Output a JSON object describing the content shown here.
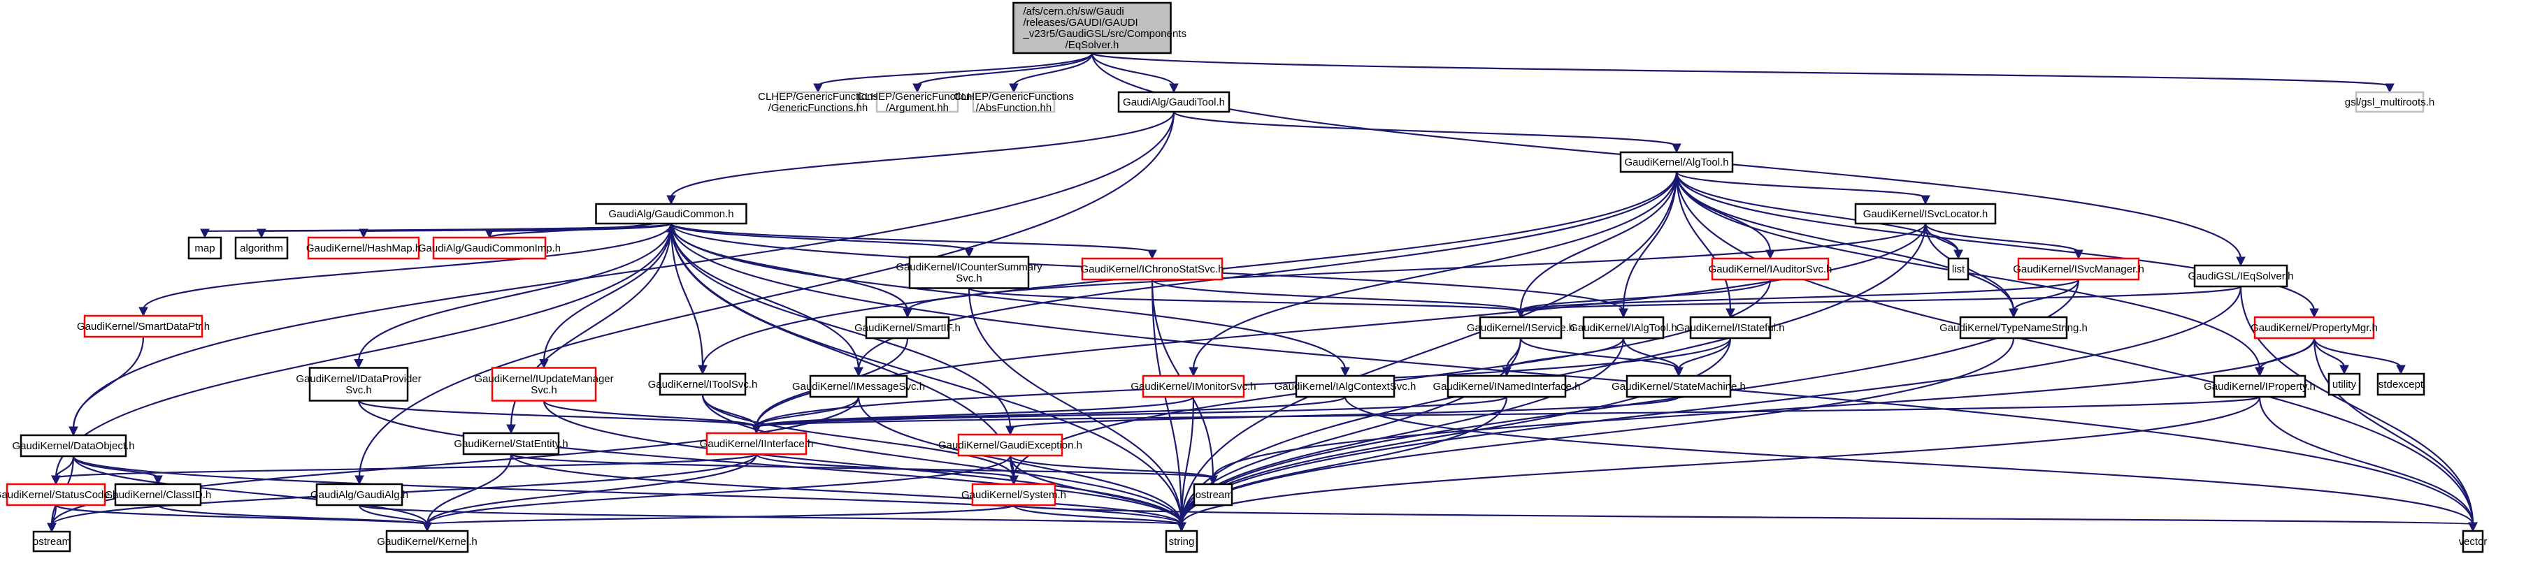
{
  "title": "Include dependency graph for EqSolver.h",
  "colors": {
    "root_fill": "#bfbfbf",
    "normal_border": "#000000",
    "truncated_border": "#ff0000",
    "external_border": "#bfbfbf",
    "edge": "#191970"
  },
  "nodes": [
    {
      "id": "root",
      "lines": [
        "/afs/cern.ch/sw/Gaudi",
        "/releases/GAUDI/GAUDI",
        "_v23r5/GaudiGSL/src/Components",
        "/EqSolver.h"
      ],
      "kind": "root"
    },
    {
      "id": "gf",
      "lines": [
        "CLHEP/GenericFunctions",
        "/GenericFunctions.hh"
      ],
      "kind": "external"
    },
    {
      "id": "arg",
      "lines": [
        "CLHEP/GenericFunctions",
        "/Argument.hh"
      ],
      "kind": "external"
    },
    {
      "id": "absf",
      "lines": [
        "CLHEP/GenericFunctions",
        "/AbsFunction.hh"
      ],
      "kind": "external"
    },
    {
      "id": "gtool",
      "lines": [
        "GaudiAlg/GaudiTool.h"
      ],
      "kind": "normal"
    },
    {
      "id": "gslmr",
      "lines": [
        "gsl/gsl_multiroots.h"
      ],
      "kind": "external"
    },
    {
      "id": "algtool",
      "lines": [
        "GaudiKernel/AlgTool.h"
      ],
      "kind": "normal"
    },
    {
      "id": "gcommon",
      "lines": [
        "GaudiAlg/GaudiCommon.h"
      ],
      "kind": "normal"
    },
    {
      "id": "isvcloc",
      "lines": [
        "GaudiKernel/ISvcLocator.h"
      ],
      "kind": "normal"
    },
    {
      "id": "map",
      "lines": [
        "map"
      ],
      "kind": "normal"
    },
    {
      "id": "algorithm",
      "lines": [
        "algorithm"
      ],
      "kind": "normal"
    },
    {
      "id": "hashmap",
      "lines": [
        "GaudiKernel/HashMap.h"
      ],
      "kind": "truncated"
    },
    {
      "id": "gcimp",
      "lines": [
        "GaudiAlg/GaudiCommonImp.h"
      ],
      "kind": "truncated"
    },
    {
      "id": "icsum",
      "lines": [
        "GaudiKernel/ICounterSummary",
        "Svc.h"
      ],
      "kind": "normal"
    },
    {
      "id": "ichrono",
      "lines": [
        "GaudiKernel/IChronoStatSvc.h"
      ],
      "kind": "truncated"
    },
    {
      "id": "iauditor",
      "lines": [
        "GaudiKernel/IAuditorSvc.h"
      ],
      "kind": "truncated"
    },
    {
      "id": "list",
      "lines": [
        "list"
      ],
      "kind": "normal"
    },
    {
      "id": "isvcmgr",
      "lines": [
        "GaudiKernel/ISvcManager.h"
      ],
      "kind": "truncated"
    },
    {
      "id": "ieqsolver",
      "lines": [
        "GaudiGSL/IEqSolver.h"
      ],
      "kind": "normal"
    },
    {
      "id": "smartdp",
      "lines": [
        "GaudiKernel/SmartDataPtr.h"
      ],
      "kind": "truncated"
    },
    {
      "id": "smartif",
      "lines": [
        "GaudiKernel/SmartIF.h"
      ],
      "kind": "normal"
    },
    {
      "id": "iservice",
      "lines": [
        "GaudiKernel/IService.h"
      ],
      "kind": "normal"
    },
    {
      "id": "ialgtool",
      "lines": [
        "GaudiKernel/IAlgTool.h"
      ],
      "kind": "normal"
    },
    {
      "id": "istateful",
      "lines": [
        "GaudiKernel/IStateful.h"
      ],
      "kind": "normal"
    },
    {
      "id": "typename",
      "lines": [
        "GaudiKernel/TypeNameString.h"
      ],
      "kind": "normal"
    },
    {
      "id": "propmgr",
      "lines": [
        "GaudiKernel/PropertyMgr.h"
      ],
      "kind": "truncated"
    },
    {
      "id": "idataprov",
      "lines": [
        "GaudiKernel/IDataProvider",
        "Svc.h"
      ],
      "kind": "normal"
    },
    {
      "id": "iupdmgr",
      "lines": [
        "GaudiKernel/IUpdateManager",
        "Svc.h"
      ],
      "kind": "truncated"
    },
    {
      "id": "itoolsvc",
      "lines": [
        "GaudiKernel/IToolSvc.h"
      ],
      "kind": "normal"
    },
    {
      "id": "imsgsvc",
      "lines": [
        "GaudiKernel/IMessageSvc.h"
      ],
      "kind": "normal"
    },
    {
      "id": "imonitor",
      "lines": [
        "GaudiKernel/IMonitorSvc.h"
      ],
      "kind": "truncated"
    },
    {
      "id": "ialgctx",
      "lines": [
        "GaudiKernel/IAlgContextSvc.h"
      ],
      "kind": "normal"
    },
    {
      "id": "inamed",
      "lines": [
        "GaudiKernel/INamedInterface.h"
      ],
      "kind": "normal"
    },
    {
      "id": "statemach",
      "lines": [
        "GaudiKernel/StateMachine.h"
      ],
      "kind": "normal"
    },
    {
      "id": "utility",
      "lines": [
        "utility"
      ],
      "kind": "normal"
    },
    {
      "id": "stdexcept",
      "lines": [
        "stdexcept"
      ],
      "kind": "normal"
    },
    {
      "id": "iproperty",
      "lines": [
        "GaudiKernel/IProperty.h"
      ],
      "kind": "normal"
    },
    {
      "id": "dataobj",
      "lines": [
        "GaudiKernel/DataObject.h"
      ],
      "kind": "normal"
    },
    {
      "id": "statentity",
      "lines": [
        "GaudiKernel/StatEntity.h"
      ],
      "kind": "normal"
    },
    {
      "id": "iinterface",
      "lines": [
        "GaudiKernel/IInterface.h"
      ],
      "kind": "truncated"
    },
    {
      "id": "gexcept",
      "lines": [
        "GaudiKernel/GaudiException.h"
      ],
      "kind": "truncated"
    },
    {
      "id": "statuscode",
      "lines": [
        "GaudiKernel/StatusCode.h"
      ],
      "kind": "truncated"
    },
    {
      "id": "classid",
      "lines": [
        "GaudiKernel/ClassID.h"
      ],
      "kind": "normal"
    },
    {
      "id": "gaudialg",
      "lines": [
        "GaudiAlg/GaudiAlg.h"
      ],
      "kind": "normal"
    },
    {
      "id": "system",
      "lines": [
        "GaudiKernel/System.h"
      ],
      "kind": "truncated"
    },
    {
      "id": "iostream",
      "lines": [
        "iostream"
      ],
      "kind": "normal"
    },
    {
      "id": "ostream",
      "lines": [
        "ostream"
      ],
      "kind": "normal"
    },
    {
      "id": "kernel",
      "lines": [
        "GaudiKernel/Kernel.h"
      ],
      "kind": "normal"
    },
    {
      "id": "string",
      "lines": [
        "string"
      ],
      "kind": "normal"
    },
    {
      "id": "vector",
      "lines": [
        "vector"
      ],
      "kind": "normal"
    }
  ],
  "edges": [
    [
      "root",
      "gf"
    ],
    [
      "root",
      "arg"
    ],
    [
      "root",
      "absf"
    ],
    [
      "root",
      "gtool"
    ],
    [
      "root",
      "gslmr"
    ],
    [
      "root",
      "ieqsolver"
    ],
    [
      "gtool",
      "gcommon"
    ],
    [
      "gtool",
      "algtool"
    ],
    [
      "gtool",
      "dataobj"
    ],
    [
      "gtool",
      "gaudialg"
    ],
    [
      "algtool",
      "isvcloc"
    ],
    [
      "algtool",
      "iservice"
    ],
    [
      "algtool",
      "ialgtool"
    ],
    [
      "algtool",
      "iauditor"
    ],
    [
      "algtool",
      "list"
    ],
    [
      "algtool",
      "istateful"
    ],
    [
      "algtool",
      "iproperty"
    ],
    [
      "algtool",
      "propmgr"
    ],
    [
      "algtool",
      "itoolsvc"
    ],
    [
      "algtool",
      "imsgsvc"
    ],
    [
      "algtool",
      "imonitor"
    ],
    [
      "algtool",
      "vector"
    ],
    [
      "algtool",
      "string"
    ],
    [
      "algtool",
      "typename"
    ],
    [
      "gcommon",
      "map"
    ],
    [
      "gcommon",
      "algorithm"
    ],
    [
      "gcommon",
      "hashmap"
    ],
    [
      "gcommon",
      "gcimp"
    ],
    [
      "gcommon",
      "icsum"
    ],
    [
      "gcommon",
      "ichrono"
    ],
    [
      "gcommon",
      "smartdp"
    ],
    [
      "gcommon",
      "idataprov"
    ],
    [
      "gcommon",
      "iupdmgr"
    ],
    [
      "gcommon",
      "itoolsvc"
    ],
    [
      "gcommon",
      "imsgsvc"
    ],
    [
      "gcommon",
      "ialgctx"
    ],
    [
      "gcommon",
      "gexcept"
    ],
    [
      "gcommon",
      "statentity"
    ],
    [
      "gcommon",
      "statuscode"
    ],
    [
      "gcommon",
      "string"
    ],
    [
      "gcommon",
      "vector"
    ],
    [
      "gcommon",
      "ialgtool"
    ],
    [
      "gcommon",
      "system"
    ],
    [
      "gcommon",
      "smartif"
    ],
    [
      "gcimp",
      "gcommon"
    ],
    [
      "isvcloc",
      "list"
    ],
    [
      "isvcloc",
      "isvcmgr"
    ],
    [
      "isvcloc",
      "iinterface"
    ],
    [
      "isvcloc",
      "smartif"
    ],
    [
      "isvcloc",
      "typename"
    ],
    [
      "isvcloc",
      "string"
    ],
    [
      "isvcmgr",
      "iservice"
    ],
    [
      "isvcmgr",
      "typename"
    ],
    [
      "isvcmgr",
      "string"
    ],
    [
      "iauditor",
      "iservice"
    ],
    [
      "iauditor",
      "system"
    ],
    [
      "ieqsolver",
      "iservice"
    ],
    [
      "ieqsolver",
      "vector"
    ],
    [
      "ieqsolver",
      "string"
    ],
    [
      "icsum",
      "iservice"
    ],
    [
      "icsum",
      "string"
    ],
    [
      "ichrono",
      "iservice"
    ],
    [
      "ichrono",
      "string"
    ],
    [
      "ichrono",
      "iostream"
    ],
    [
      "smartdp",
      "dataobj"
    ],
    [
      "smartif",
      "iinterface"
    ],
    [
      "iservice",
      "inamed"
    ],
    [
      "iservice",
      "statemach"
    ],
    [
      "iservice",
      "string"
    ],
    [
      "ialgtool",
      "inamed"
    ],
    [
      "ialgtool",
      "statemach"
    ],
    [
      "ialgtool",
      "string"
    ],
    [
      "istateful",
      "statemach"
    ],
    [
      "istateful",
      "iinterface"
    ],
    [
      "istateful",
      "string"
    ],
    [
      "typename",
      "string"
    ],
    [
      "propmgr",
      "iproperty"
    ],
    [
      "propmgr",
      "utility"
    ],
    [
      "propmgr",
      "stdexcept"
    ],
    [
      "propmgr",
      "vector"
    ],
    [
      "propmgr",
      "iostream"
    ],
    [
      "iproperty",
      "iinterface"
    ],
    [
      "iproperty",
      "string"
    ],
    [
      "iproperty",
      "vector"
    ],
    [
      "idataprov",
      "iinterface"
    ],
    [
      "idataprov",
      "string"
    ],
    [
      "iupdmgr",
      "iinterface"
    ],
    [
      "iupdmgr",
      "string"
    ],
    [
      "itoolsvc",
      "iinterface"
    ],
    [
      "itoolsvc",
      "string"
    ],
    [
      "itoolsvc",
      "system"
    ],
    [
      "imsgsvc",
      "iinterface"
    ],
    [
      "imsgsvc",
      "string"
    ],
    [
      "imsgsvc",
      "ostream"
    ],
    [
      "imonitor",
      "iinterface"
    ],
    [
      "imonitor",
      "string"
    ],
    [
      "ialgctx",
      "iinterface"
    ],
    [
      "ialgctx",
      "vector"
    ],
    [
      "inamed",
      "iinterface"
    ],
    [
      "inamed",
      "string"
    ],
    [
      "statemach",
      "gexcept"
    ],
    [
      "dataobj",
      "statuscode"
    ],
    [
      "dataobj",
      "classid"
    ],
    [
      "dataobj",
      "kernel"
    ],
    [
      "dataobj",
      "ostream"
    ],
    [
      "dataobj",
      "string"
    ],
    [
      "statentity",
      "kernel"
    ],
    [
      "statentity",
      "string"
    ],
    [
      "statentity",
      "iostream"
    ],
    [
      "iinterface",
      "statuscode"
    ],
    [
      "iinterface",
      "kernel"
    ],
    [
      "iinterface",
      "system"
    ],
    [
      "iinterface",
      "ostream"
    ],
    [
      "gexcept",
      "system"
    ],
    [
      "gexcept",
      "kernel"
    ],
    [
      "gexcept",
      "string"
    ],
    [
      "gexcept",
      "iostream"
    ],
    [
      "statuscode",
      "ostream"
    ],
    [
      "statuscode",
      "kernel"
    ],
    [
      "classid",
      "kernel"
    ],
    [
      "gaudialg",
      "kernel"
    ],
    [
      "gaudialg",
      "string"
    ],
    [
      "system",
      "kernel"
    ],
    [
      "system",
      "string"
    ],
    [
      "system",
      "vector"
    ]
  ]
}
